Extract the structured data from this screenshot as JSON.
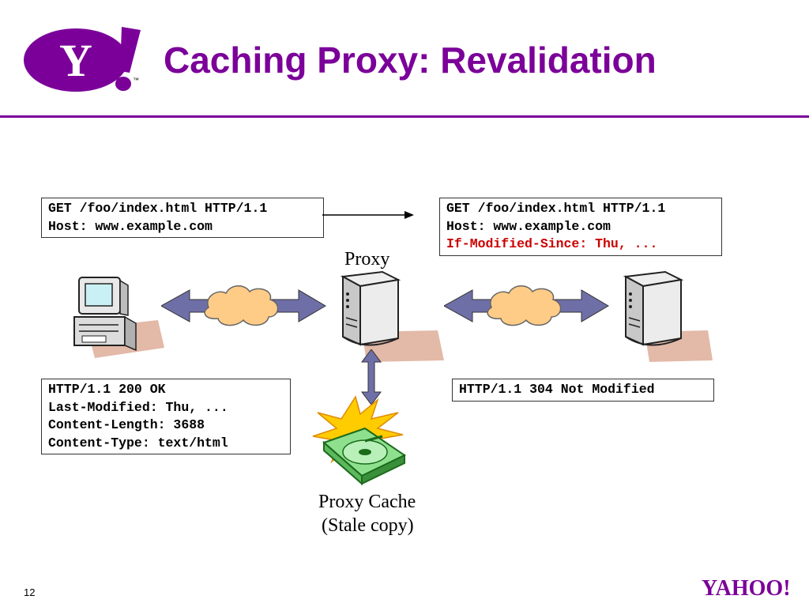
{
  "slide": {
    "title": "Caching Proxy: Revalidation",
    "page_number": "12",
    "logo_text": "Y!",
    "footer_logo_text": "YAHOO!",
    "trademark": "™"
  },
  "request_left": {
    "lines": [
      "GET /foo/index.html HTTP/1.1",
      "Host: www.example.com"
    ]
  },
  "request_right": {
    "lines": [
      "GET /foo/index.html HTTP/1.1",
      "Host: www.example.com",
      "If-Modified-Since: Thu, ..."
    ]
  },
  "response_left": {
    "lines": [
      "HTTP/1.1 200 OK",
      "Last-Modified: Thu, ...",
      "Content-Length: 3688",
      "Content-Type: text/html"
    ]
  },
  "response_right": {
    "lines": [
      "HTTP/1.1 304 Not Modified"
    ]
  },
  "labels": {
    "proxy": "Proxy",
    "cache_line1": "Proxy Cache",
    "cache_line2": "(Stale copy)"
  },
  "colors": {
    "brand_purple": "#7b0099",
    "highlight_red": "#cc0000",
    "arrow_fill": "#6f6fa8",
    "cloud_fill": "#ffcc88"
  }
}
